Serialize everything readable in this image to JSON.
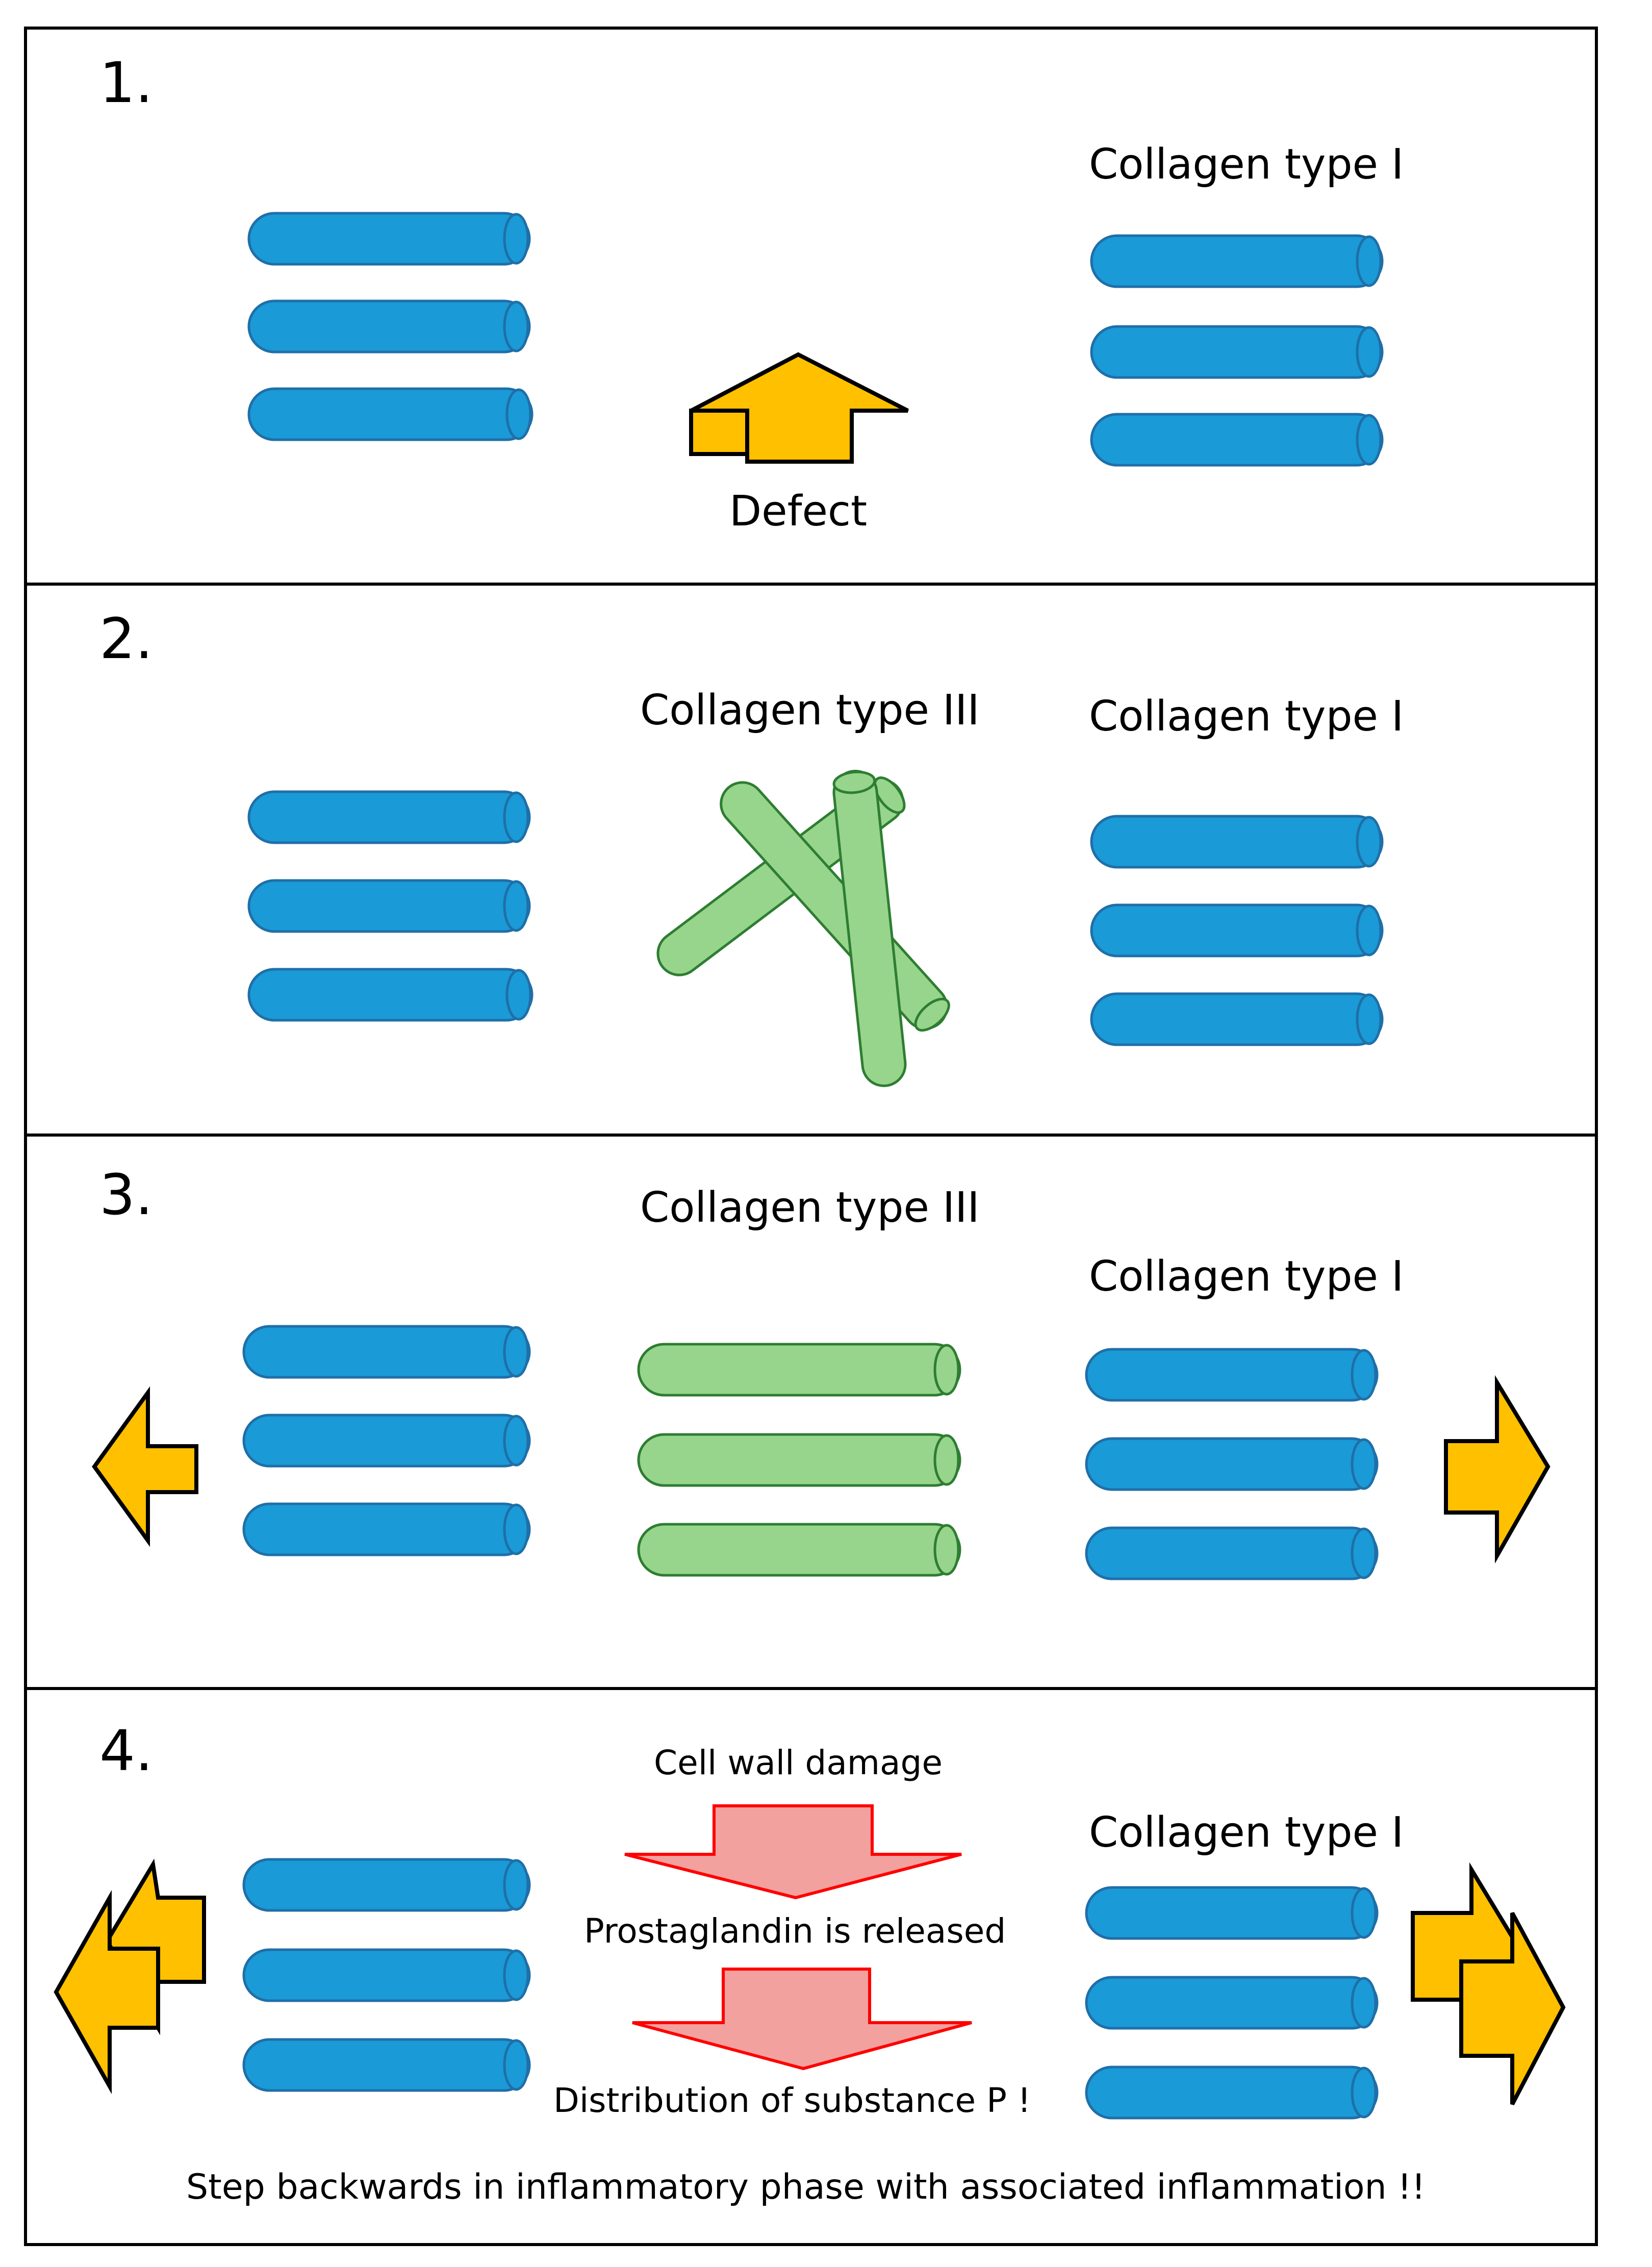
{
  "colors": {
    "collagen_type_I": "#1a9ad6",
    "collagen_type_III": "#96d58b",
    "force_arrow": "#ffc000",
    "cascade_arrow": "#f3a19f",
    "cascade_outline": "#ff0000"
  },
  "panels": [
    {
      "number": "1.",
      "labels": {
        "collagen_I": "Collagen type I",
        "defect": "Defect"
      }
    },
    {
      "number": "2.",
      "labels": {
        "collagen_III": "Collagen type III",
        "collagen_I": "Collagen type I"
      }
    },
    {
      "number": "3.",
      "labels": {
        "collagen_III": "Collagen type III",
        "collagen_I": "Collagen type I"
      }
    },
    {
      "number": "4.",
      "labels": {
        "collagen_I": "Collagen type I",
        "cell_wall_damage": "Cell wall damage",
        "prostaglandin": "Prostaglandin is released",
        "substance_p": "Distribution of substance P !",
        "footer": "Step backwards in inflammatory phase with associated inflammation !!"
      }
    }
  ]
}
